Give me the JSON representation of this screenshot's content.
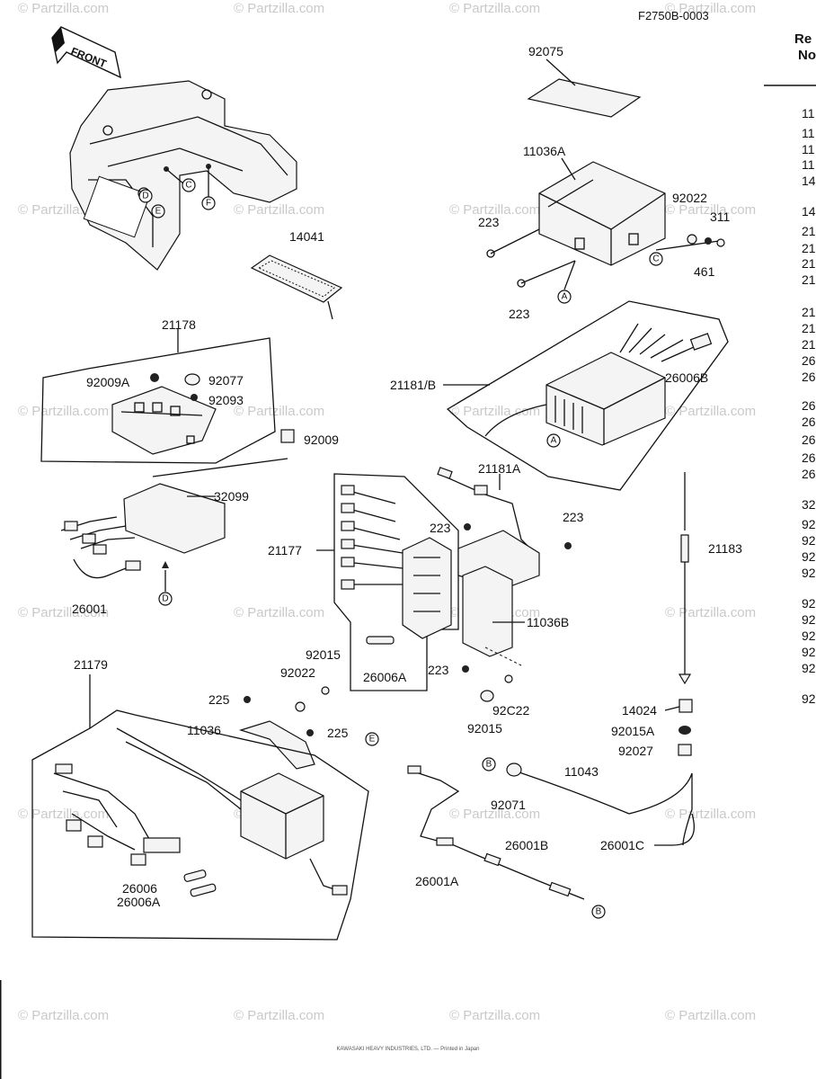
{
  "diagram_code": "F2750B-0003",
  "front_label": "FRONT",
  "watermark": "© Partzilla.com",
  "header_cut": [
    "Re",
    "No"
  ],
  "right_column_cut": [
    "11",
    "11",
    "11",
    "11",
    "14",
    "14",
    "21",
    "21",
    "21",
    "21",
    "21",
    "21",
    "21",
    "26",
    "26",
    "26",
    "26",
    "26",
    "26",
    "26",
    "32",
    "92",
    "92",
    "92",
    "92",
    "92",
    "92",
    "92",
    "92",
    "92",
    "92"
  ],
  "callouts": {
    "c92075": "92075",
    "c11036A": "11036A",
    "c92022a": "92022",
    "c311": "311",
    "c461": "461",
    "c223a": "223",
    "c223b": "223",
    "c14041": "14041",
    "c21178": "21178",
    "c92009A": "92009A",
    "c92077": "92077",
    "c92093": "92093",
    "c92009": "92009",
    "c21181B": "21181/B",
    "c26006B": "26006B",
    "c32099": "32099",
    "c21181A": "21181A",
    "c223c": "223",
    "c223d": "223",
    "c21177": "21177",
    "c11036B": "11036B",
    "c26006A_box": "26006A",
    "c223e": "223",
    "c21183": "21183",
    "c26001": "26001",
    "c92015a": "92015",
    "c92022b": "92022",
    "c225a": "225",
    "c225b": "225",
    "c11036": "11036",
    "c21179": "21179",
    "c92022c": "92C22",
    "c92015b": "92015",
    "c14024": "14024",
    "c92015A": "92015A",
    "c92027": "92027",
    "c11043": "11043",
    "c92071": "92071",
    "c26001C": "26001C",
    "c26001B": "26001B",
    "c26001A": "26001A",
    "c26006": "26006",
    "c26006A": "26006A"
  },
  "ref_letters": {
    "C": "C",
    "F": "F",
    "D": "D",
    "E": "E",
    "A": "A",
    "B": "B"
  },
  "footer_text": "KAWASAKI HEAVY INDUSTRIES, LTD. — Printed in Japan"
}
